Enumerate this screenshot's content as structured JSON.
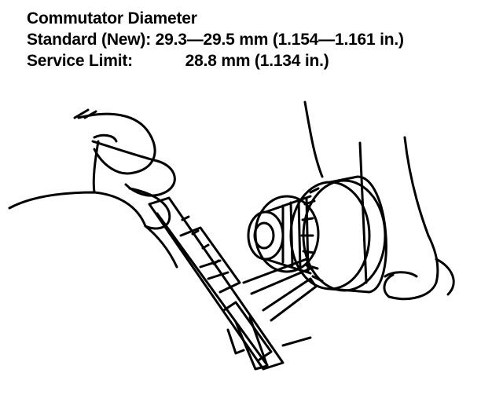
{
  "spec": {
    "title": "Commutator Diameter",
    "standard_label": "Standard (New):",
    "standard_value": "29.3—29.5 mm (1.154—1.161 in.)",
    "limit_label": "Service Limit:",
    "limit_value": "28.8 mm (1.134 in.)"
  },
  "illustration": {
    "subject": "caliper-measuring-commutator",
    "line_color": "#000000",
    "background": "#ffffff"
  }
}
